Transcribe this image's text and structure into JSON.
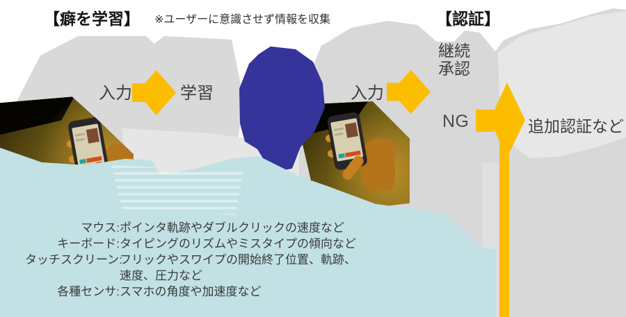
{
  "titles": {
    "learn": "【癖を学習】",
    "learn_note": "※ユーザーに意識させず情報を収集",
    "auth": "【認証】"
  },
  "learn_flow": {
    "input_label": "入力",
    "learn_label": "学習"
  },
  "auth_flow": {
    "input_label": "入力",
    "approve_line1": "継続",
    "approve_line2": "承認",
    "ng_label": "NG",
    "additional_label": "追加認証など"
  },
  "signals": {
    "rows": [
      {
        "label": "マウス:",
        "text": "ポインタ軌跡やダブルクリックの速度など"
      },
      {
        "label": "キーボード:",
        "text": "タイピングのリズムやミスタイプの傾向など"
      },
      {
        "label": "タッチスクリーン:",
        "text": "フリックやスワイプの開始終了位置、軌跡、"
      },
      {
        "label": "",
        "text": "速度、圧力など"
      },
      {
        "label": "各種センサ:",
        "text": "スマホの角度や加速度など"
      }
    ]
  },
  "photos": {
    "left_alt": "hand holding smartphone",
    "right_alt": "hand holding smartphone"
  },
  "colors": {
    "arrow_yellow": "#fcbd00",
    "blob_blue": "#34349b",
    "blob_teal": "#c1e1e5",
    "blob_gray": "#d8d8d8",
    "text_dark": "#333333"
  }
}
